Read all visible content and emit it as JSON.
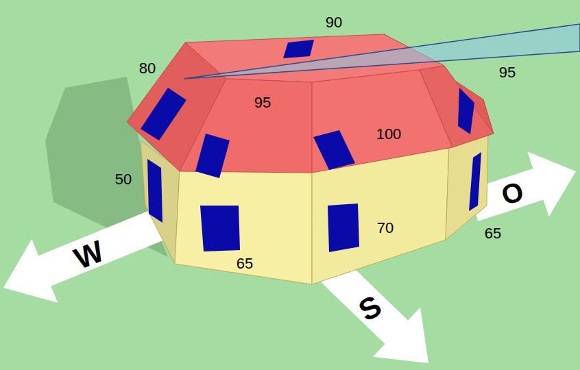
{
  "diagram": {
    "labels": [
      "90",
      "80",
      "95",
      "95",
      "100",
      "50",
      "70",
      "O",
      "65",
      "W",
      "65",
      "S"
    ]
  }
}
